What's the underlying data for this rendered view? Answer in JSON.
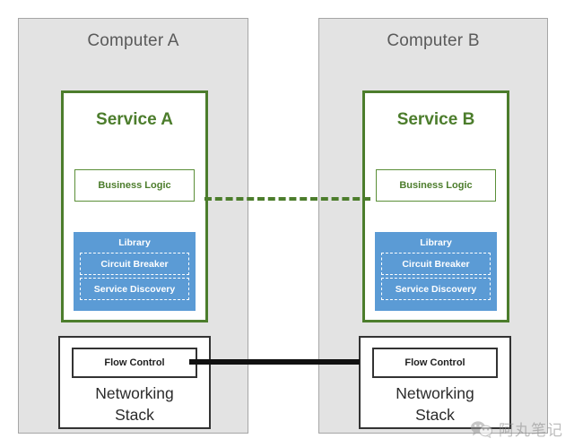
{
  "diagram": {
    "computers": [
      {
        "id": "a",
        "title": "Computer A",
        "service": {
          "title": "Service A",
          "business_logic": "Business Logic",
          "library": {
            "title": "Library",
            "components": [
              "Circuit Breaker",
              "Service Discovery"
            ]
          }
        },
        "networking": {
          "flow_control": "Flow Control",
          "title_line1": "Networking",
          "title_line2": "Stack"
        }
      },
      {
        "id": "b",
        "title": "Computer B",
        "service": {
          "title": "Service B",
          "business_logic": "Business Logic",
          "library": {
            "title": "Library",
            "components": [
              "Circuit Breaker",
              "Service Discovery"
            ]
          }
        },
        "networking": {
          "flow_control": "Flow Control",
          "title_line1": "Networking",
          "title_line2": "Stack"
        }
      }
    ],
    "connectors": {
      "service_link_style": "dashed",
      "service_link_color": "#4c7d2c",
      "network_link_style": "solid",
      "network_link_color": "#111111"
    },
    "colors": {
      "panel_background": "#e3e3e3",
      "panel_border": "#a6a6a6",
      "service_green": "#4c7d2c",
      "library_blue": "#5b9bd5",
      "networking_black": "#333333",
      "title_gray": "#5a5a5a"
    }
  },
  "watermark": {
    "icon": "wechat-icon",
    "text": "阿丸笔记"
  }
}
